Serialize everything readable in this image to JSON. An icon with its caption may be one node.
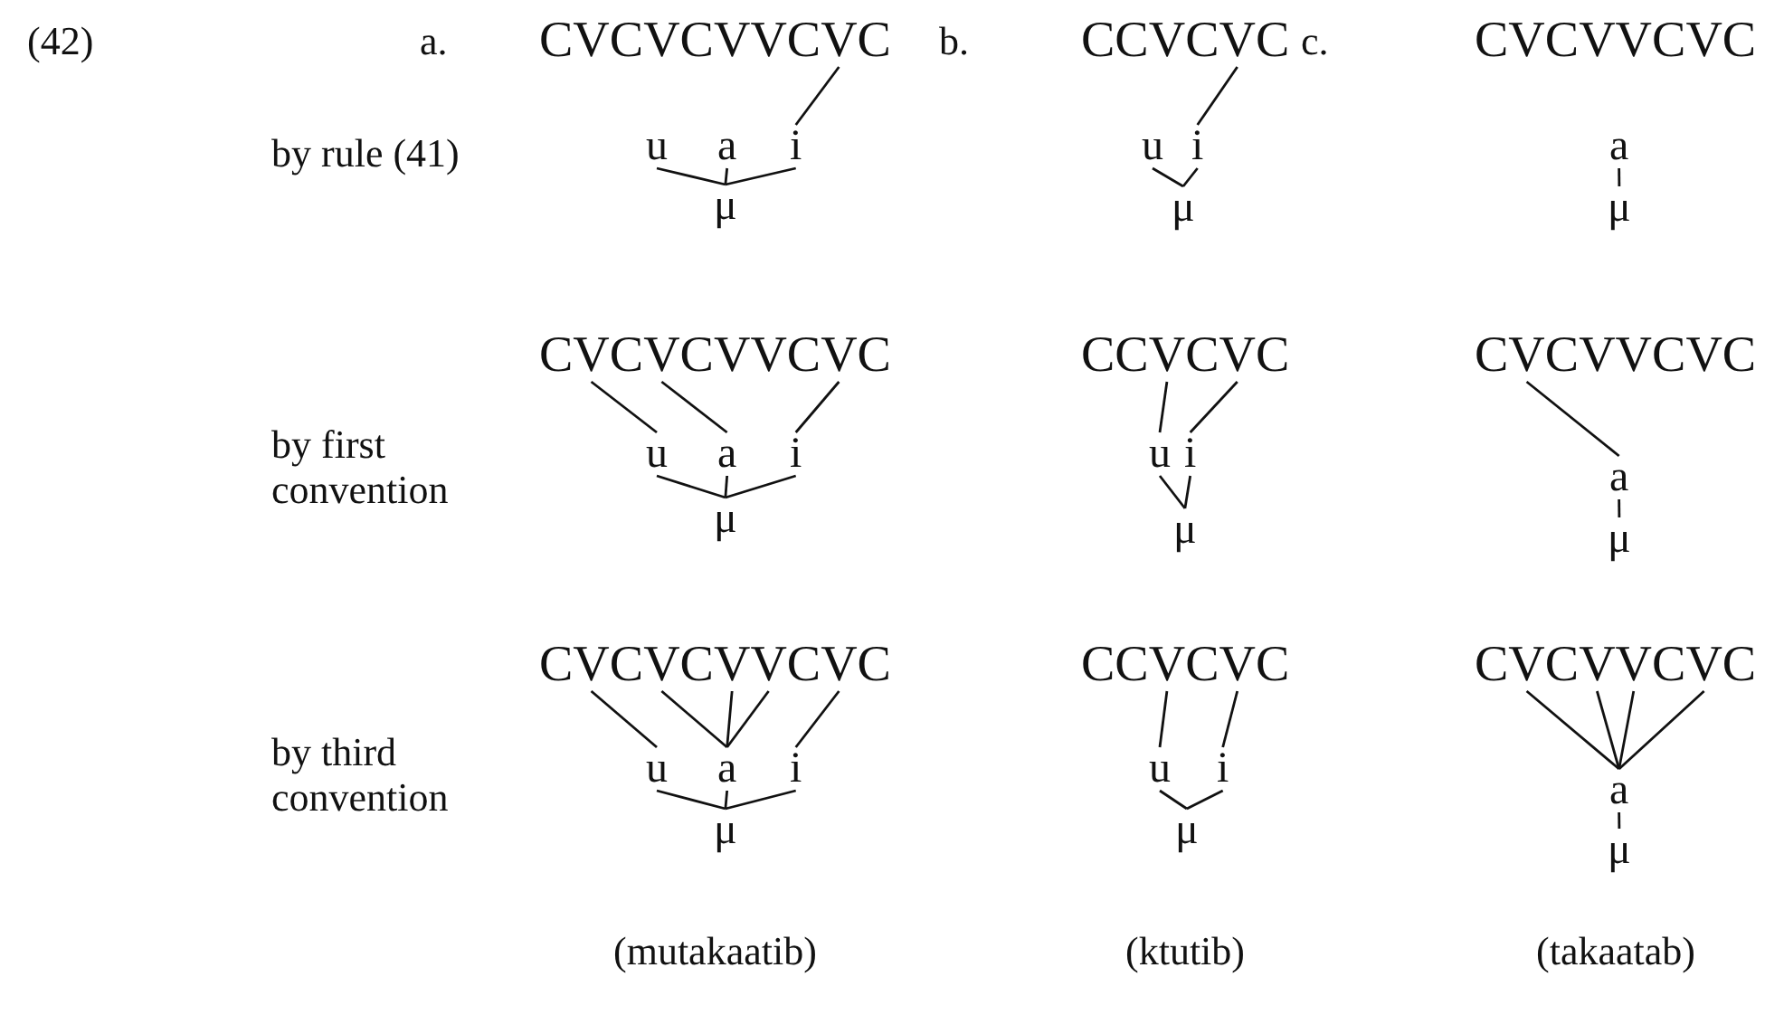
{
  "diagram": {
    "nodes": [
      {
        "text": [
          "CVCVCVVCVC"
        ]
      },
      {
        "text": [
          "u"
        ]
      },
      {
        "text": [
          "a"
        ]
      },
      {
        "text": [
          "i"
        ]
      },
      {
        "text": [
          "μ"
        ]
      },
      {
        "text": [
          "CVCVCVVCVC"
        ]
      },
      {
        "text": [
          "u"
        ]
      },
      {
        "text": [
          "a"
        ]
      },
      {
        "text": [
          "i"
        ]
      },
      {
        "text": [
          "μ"
        ]
      },
      {
        "text": [
          "CVCVCVVCVC"
        ]
      },
      {
        "text": [
          "u"
        ]
      },
      {
        "text": [
          "a"
        ]
      },
      {
        "text": [
          "i"
        ]
      },
      {
        "text": [
          "μ"
        ]
      },
      {
        "text": [
          "CCVCVC"
        ]
      },
      {
        "text": [
          "u"
        ]
      },
      {
        "text": [
          "i"
        ]
      },
      {
        "text": [
          "μ"
        ]
      },
      {
        "text": [
          "CCVCVC"
        ]
      },
      {
        "text": [
          "u"
        ]
      },
      {
        "text": [
          "i"
        ]
      },
      {
        "text": [
          "μ"
        ]
      },
      {
        "text": [
          "CCVCVC"
        ]
      },
      {
        "text": [
          "u"
        ]
      },
      {
        "text": [
          "i"
        ]
      },
      {
        "text": [
          "μ"
        ]
      },
      {
        "text": [
          "CVCVVCVC"
        ]
      },
      {
        "text": [
          "a"
        ]
      },
      {
        "text": [
          "μ"
        ]
      },
      {
        "text": [
          "CVCVVCVC"
        ]
      },
      {
        "text": [
          "a"
        ]
      },
      {
        "text": [
          "μ"
        ]
      },
      {
        "text": [
          "CVCVVCVC"
        ]
      },
      {
        "text": [
          "a"
        ]
      },
      {
        "text": [
          "μ"
        ]
      }
    ],
    "edges": [
      {
        "from": 0,
        "to": 3,
        "arrow": "none"
      },
      {
        "from": 1,
        "to": 4,
        "arrow": "none"
      },
      {
        "from": 2,
        "to": 4,
        "arrow": "none"
      },
      {
        "from": 3,
        "to": 4,
        "arrow": "none"
      },
      {
        "from": 5,
        "to": 6,
        "arrow": "none"
      },
      {
        "from": 5,
        "to": 7,
        "arrow": "none"
      },
      {
        "from": 5,
        "to": 8,
        "arrow": "none"
      },
      {
        "from": 6,
        "to": 9,
        "arrow": "none"
      },
      {
        "from": 7,
        "to": 9,
        "arrow": "none"
      },
      {
        "from": 8,
        "to": 9,
        "arrow": "none"
      },
      {
        "from": 10,
        "to": 11,
        "arrow": "none"
      },
      {
        "from": 10,
        "to": 12,
        "arrow": "none"
      },
      {
        "from": 10,
        "to": 12,
        "arrow": "none"
      },
      {
        "from": 10,
        "to": 12,
        "arrow": "none"
      },
      {
        "from": 10,
        "to": 13,
        "arrow": "none"
      },
      {
        "from": 11,
        "to": 14,
        "arrow": "none"
      },
      {
        "from": 12,
        "to": 14,
        "arrow": "none"
      },
      {
        "from": 13,
        "to": 14,
        "arrow": "none"
      },
      {
        "from": 15,
        "to": 17,
        "arrow": "none"
      },
      {
        "from": 16,
        "to": 18,
        "arrow": "none"
      },
      {
        "from": 17,
        "to": 18,
        "arrow": "none"
      },
      {
        "from": 19,
        "to": 20,
        "arrow": "none"
      },
      {
        "from": 19,
        "to": 21,
        "arrow": "none"
      },
      {
        "from": 20,
        "to": 22,
        "arrow": "none"
      },
      {
        "from": 21,
        "to": 22,
        "arrow": "none"
      },
      {
        "from": 23,
        "to": 24,
        "arrow": "none"
      },
      {
        "from": 23,
        "to": 25,
        "arrow": "none"
      },
      {
        "from": 24,
        "to": 26,
        "arrow": "none"
      },
      {
        "from": 25,
        "to": 26,
        "arrow": "none"
      },
      {
        "from": 28,
        "to": 29,
        "arrow": "none"
      },
      {
        "from": 30,
        "to": 31,
        "arrow": "none"
      },
      {
        "from": 31,
        "to": 32,
        "arrow": "none"
      },
      {
        "from": 33,
        "to": 34,
        "arrow": "none"
      },
      {
        "from": 33,
        "to": 34,
        "arrow": "none"
      },
      {
        "from": 33,
        "to": 34,
        "arrow": "none"
      },
      {
        "from": 33,
        "to": 34,
        "arrow": "none"
      },
      {
        "from": 34,
        "to": 35,
        "arrow": "none"
      }
    ],
    "labels": [
      "(42)",
      "a.",
      "b.",
      "c.",
      "by rule (41)",
      "by first convention",
      "by third convention",
      "(mutakaatib)",
      "(ktutib)",
      "(takaatab)"
    ]
  }
}
